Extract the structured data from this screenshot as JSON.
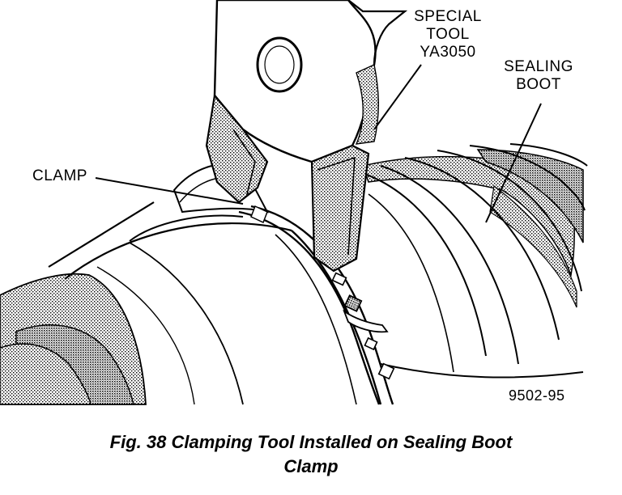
{
  "labels": {
    "special_tool": [
      "SPECIAL",
      "TOOL",
      "YA3050"
    ],
    "sealing_boot": [
      "SEALING",
      "BOOT"
    ],
    "clamp": "CLAMP",
    "reference_number": "9502-95"
  },
  "caption": {
    "line1": "Fig. 38 Clamping Tool Installed on Sealing Boot",
    "line2": "Clamp"
  }
}
